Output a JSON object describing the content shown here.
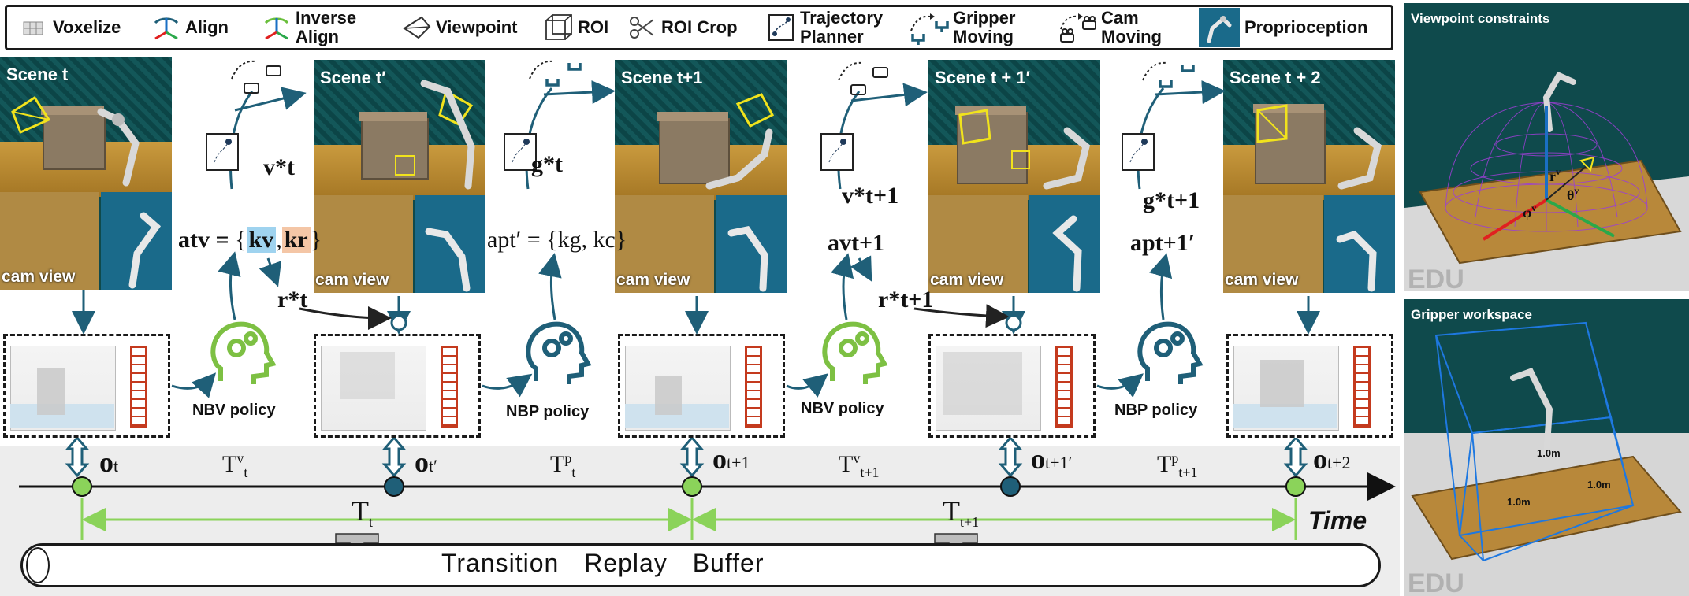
{
  "legend": {
    "items": [
      {
        "icon": "voxelize-icon",
        "label": "Voxelize"
      },
      {
        "icon": "align-icon",
        "label": "Align"
      },
      {
        "icon": "inverse-align-icon",
        "label": "Inverse Align"
      },
      {
        "icon": "viewpoint-icon",
        "label": "Viewpoint"
      },
      {
        "icon": "roi-icon",
        "label": "ROI"
      },
      {
        "icon": "scissors-icon",
        "label": "ROI Crop"
      },
      {
        "icon": "trajectory-planner-icon",
        "label": "Trajectory Planner"
      },
      {
        "icon": "gripper-moving-icon",
        "label": "Gripper Moving"
      },
      {
        "icon": "cam-moving-icon",
        "label": "Cam Moving"
      },
      {
        "icon": "proprioception-icon",
        "label": "Proprioception"
      }
    ]
  },
  "scenes": [
    {
      "title": "Scene t",
      "cam_view": "cam view"
    },
    {
      "title": "Scene t′",
      "cam_view": "cam view"
    },
    {
      "title": "Scene t+1",
      "cam_view": "cam view"
    },
    {
      "title": "Scene t + 1′",
      "cam_view": "cam view"
    },
    {
      "title": "Scene t + 2",
      "cam_view": "cam view"
    }
  ],
  "policies": [
    "NBV policy",
    "NBP policy",
    "NBV policy",
    "NBP policy"
  ],
  "formulas": {
    "v_t": "v*t",
    "g_t": "g*t",
    "v_t1": "v*t+1",
    "g_t1": "g*t+1",
    "a_tv": "atv =",
    "a_tv_set_open": "{",
    "k_v": "kv",
    "comma": ",",
    "k_r": "kr",
    "a_tv_set_close": "}",
    "a_tp": "apt′ = {kg, kc}",
    "a_t1v": "avt+1",
    "a_t1p": "apt+1′",
    "r_t": "r*t",
    "r_t1": "r*t+1"
  },
  "timeline": {
    "observations": [
      {
        "o": "o",
        "sub": "t"
      },
      {
        "o": "o",
        "sub": "t′"
      },
      {
        "o": "o",
        "sub": "t+1"
      },
      {
        "o": "o",
        "sub": "t+1′"
      },
      {
        "o": "o",
        "sub": "t+2"
      }
    ],
    "transitions": [
      {
        "T": "T",
        "sup": "v",
        "sub": "t"
      },
      {
        "T": "T",
        "sup": "p",
        "sub": "t"
      },
      {
        "T": "T",
        "sup": "v",
        "sub": "t+1"
      },
      {
        "T": "T",
        "sup": "p",
        "sub": "t+1"
      }
    ],
    "spans": [
      {
        "T": "T",
        "sub": "t"
      },
      {
        "T": "T",
        "sub": "t+1"
      }
    ],
    "time_label": "Time",
    "buffer_label": "Transition Replay Buffer"
  },
  "right_panels": {
    "viewpoint": {
      "title": "Viewpoint constraints",
      "r": "r",
      "r_sup": "v",
      "theta": "θ",
      "theta_sup": "v",
      "phi": "φ",
      "phi_sup": "v",
      "watermark": "EDU"
    },
    "gripper": {
      "title": "Gripper workspace",
      "dims": [
        "1.0m",
        "1.0m",
        "1.0m"
      ],
      "watermark": "EDU"
    }
  },
  "colors": {
    "teal": "#1f5f78",
    "green": "#8bd35a",
    "red_bar": "#c43a1e",
    "blue_box": "#9fd3ef",
    "peach_box": "#f4c6a6"
  }
}
